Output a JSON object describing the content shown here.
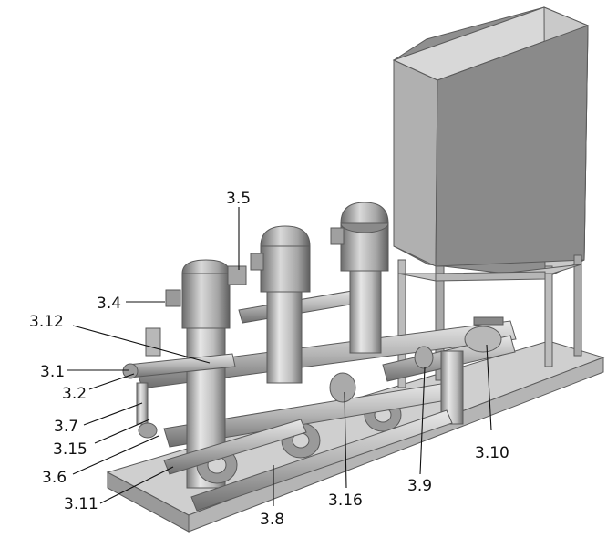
{
  "callouts": [
    {
      "id": "3.1"
    },
    {
      "id": "3.2"
    },
    {
      "id": "3.4"
    },
    {
      "id": "3.5"
    },
    {
      "id": "3.6"
    },
    {
      "id": "3.7"
    },
    {
      "id": "3.8"
    },
    {
      "id": "3.9"
    },
    {
      "id": "3.10"
    },
    {
      "id": "3.11"
    },
    {
      "id": "3.12"
    },
    {
      "id": "3.15"
    },
    {
      "id": "3.16"
    }
  ],
  "colors": {
    "metal_light": "#dcdcdc",
    "metal_mid": "#b9b9b9",
    "metal_dark": "#8d8d8d",
    "cabinet_front": "#8f8f8f",
    "cabinet_side": "#c9c9c9",
    "cabinet_top": "#d8d8d8",
    "line": "#111111"
  }
}
